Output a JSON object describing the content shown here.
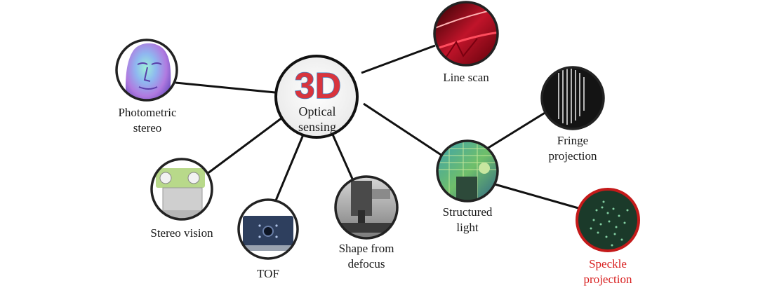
{
  "center": {
    "logo_text": "3D",
    "label_line1": "Optical",
    "label_line2": "sensing"
  },
  "nodes": {
    "photometric": {
      "line1": "Photometric",
      "line2": "stereo"
    },
    "stereo_vision": {
      "line1": "Stereo vision"
    },
    "tof": {
      "line1": "TOF"
    },
    "defocus": {
      "line1": "Shape from",
      "line2": "defocus"
    },
    "line_scan": {
      "line1": "Line scan"
    },
    "structured": {
      "line1": "Structured",
      "line2": "light"
    },
    "fringe": {
      "line1": "Fringe",
      "line2": "projection"
    },
    "speckle": {
      "line1": "Speckle",
      "line2": "projection"
    }
  },
  "colors": {
    "highlight": "#d81e1e",
    "connector": "#111111",
    "ring": "#222222"
  }
}
